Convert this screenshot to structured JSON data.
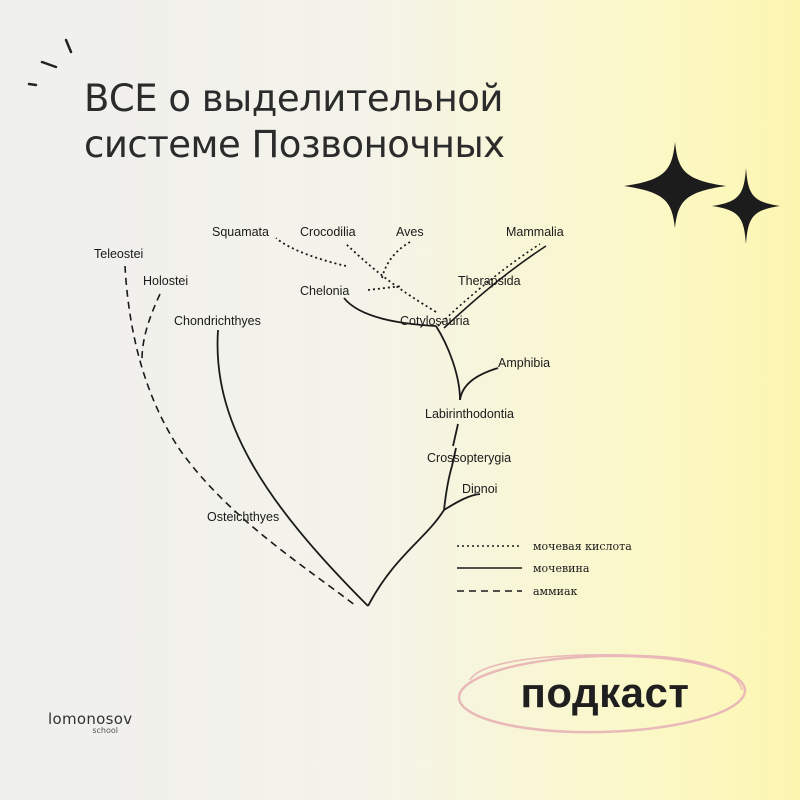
{
  "title": {
    "line1": "ВСЕ о выделительной",
    "line2": "системе Позвоночных"
  },
  "taxa": {
    "squamata": "Squamata",
    "crocodilia": "Crocodilia",
    "aves": "Aves",
    "mammalia": "Mammalia",
    "teleostei": "Teleostei",
    "holostei": "Holostei",
    "chelonia": "Chelonia",
    "therapsida": "Therapsida",
    "chondrichthyes": "Chondrichthyes",
    "cotylosauria": "Cotylosauria",
    "amphibia": "Amphibia",
    "labirinthodontia": "Labirinthodontia",
    "crossopterygia": "Crossopterygia",
    "dipnoi": "Dipnoi",
    "osteichthyes": "Osteichthyes"
  },
  "legend": [
    {
      "style": "dotted",
      "label": "мочевая кислота"
    },
    {
      "style": "solid",
      "label": "мочевина"
    },
    {
      "style": "dashed",
      "label": "аммиак"
    }
  ],
  "badge": {
    "label": "подкаст",
    "ring_color": "#e9b8b8"
  },
  "logo": {
    "name": "lomonosov",
    "sub": "school"
  },
  "colors": {
    "text": "#2b2b2b",
    "star": "#1c1c1c",
    "accent_bg": "#fdf6b0"
  }
}
